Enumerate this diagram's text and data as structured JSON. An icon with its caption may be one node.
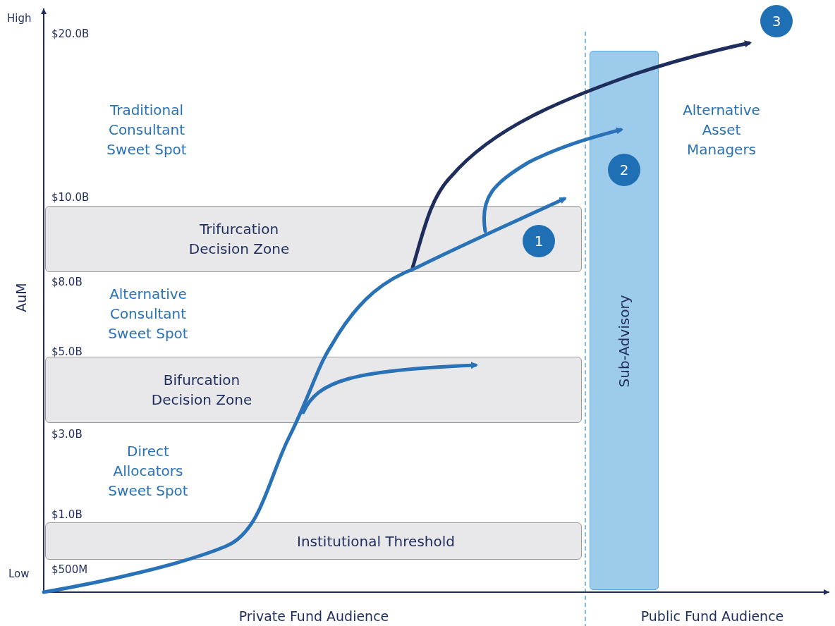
{
  "diagram": {
    "nodes": [
      {
        "text": [
          "3"
        ]
      },
      {
        "text": [
          "Sub-Advisory"
        ]
      },
      {
        "text": [
          "2"
        ],
        "in": 1
      },
      {
        "text": [
          "Trifurcation Decision Zone"
        ]
      },
      {
        "text": [
          "1"
        ],
        "in": 3
      },
      {
        "text": [
          "Bifurcation Decision Zone"
        ]
      },
      {
        "text": [
          "Institutional Threshold"
        ]
      }
    ],
    "edges": [
      {
        "from": 3,
        "to": 0,
        "arrow": "to",
        "color": "#1f2d5c"
      },
      {
        "from": 3,
        "to": 2,
        "arrow": "to",
        "color": "#2a72b8"
      },
      {
        "from": null,
        "to": 3,
        "arrow": "to",
        "color": "#2a72b8"
      },
      {
        "from": null,
        "to": 5,
        "arrow": "to",
        "color": "#2a72b8"
      }
    ],
    "labels": [
      "High",
      "$20.0B",
      "Traditional Consultant Sweet Spot",
      "Alternative Asset Managers",
      "$10.0B",
      "$8.0B",
      "Alternative Consultant Sweet Spot",
      "$5.0B",
      "$3.0B",
      "Direct Allocators Sweet Spot",
      "$1.0B",
      "$500M",
      "Low",
      "AuM",
      "Private Fund Audience",
      "Public Fund Audience"
    ]
  }
}
